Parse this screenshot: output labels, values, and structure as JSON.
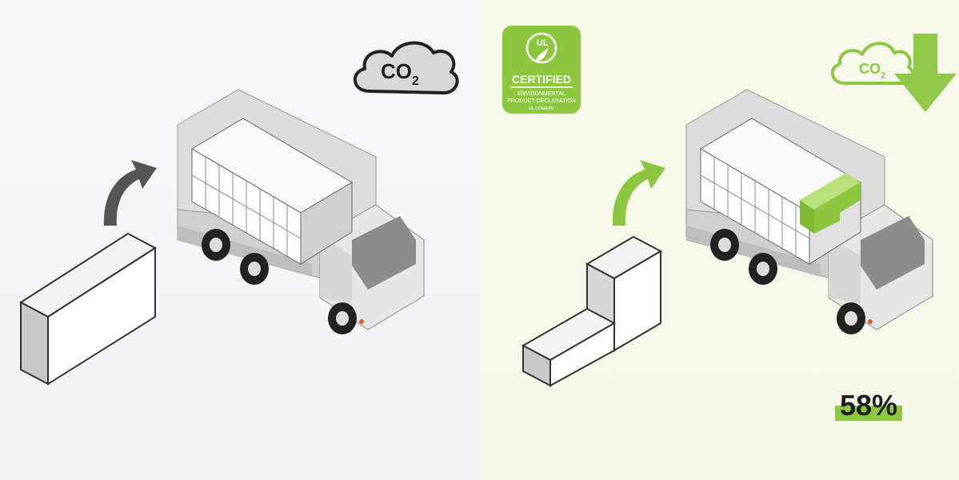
{
  "left": {
    "badge": {
      "text": "CO",
      "subscript": "2"
    }
  },
  "right": {
    "badge": {
      "text": "CO",
      "subscript": "2"
    },
    "certification": {
      "mark": "UL",
      "title": "CERTIFIED",
      "line1": "ENVIRONMENTAL",
      "line2": "PRODUCT DECLARATION",
      "line3": "UL.COM/EPD"
    },
    "reduction": "58%"
  },
  "colors": {
    "accent_green": "#8dc63f",
    "dark_arrow": "#555555",
    "badge_outline": "#222222"
  }
}
